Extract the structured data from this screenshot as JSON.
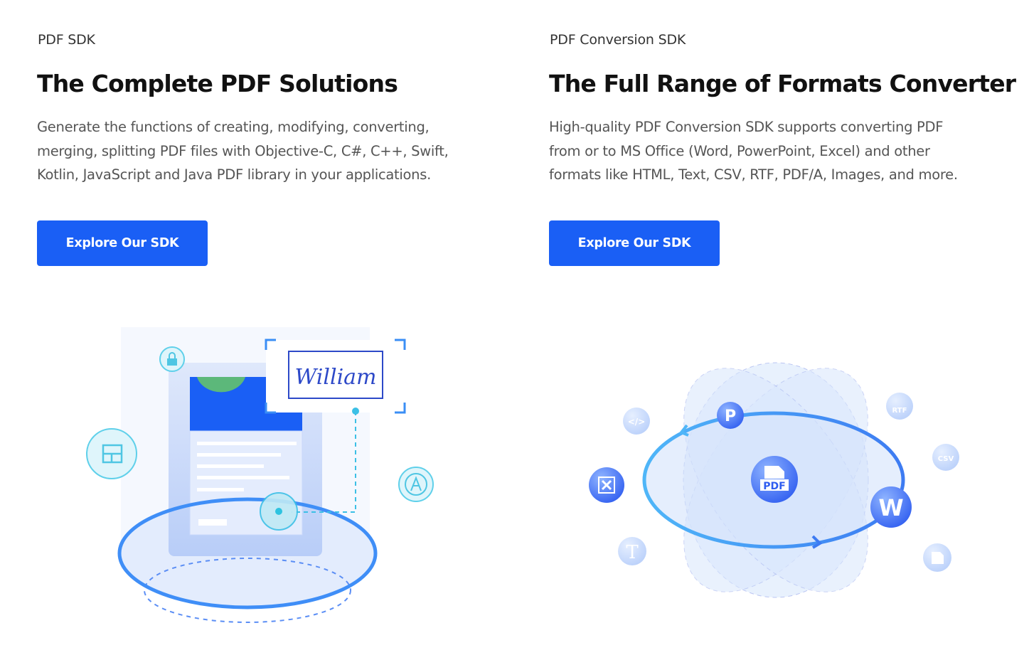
{
  "left": {
    "eyebrow": "PDF SDK",
    "title": "The Complete PDF Solutions",
    "body": "Generate the functions of creating, modifying, converting, merging, splitting PDF files with Objective-C, C#, C++, Swift, Kotlin, JavaScript and Java PDF library in your applications.",
    "button": "Explore Our SDK",
    "illustration": {
      "signature": "William"
    }
  },
  "right": {
    "eyebrow": "PDF Conversion SDK",
    "title": "The Full Range of Formats Converter",
    "body": "High-quality PDF Conversion SDK supports converting PDF from or to MS Office (Word, PowerPoint, Excel) and other formats like HTML, Text, CSV, RTF, PDF/A, Images, and more.",
    "button": "Explore Our SDK",
    "illustration": {
      "center": "PDF",
      "powerpoint": "P",
      "word": "W",
      "rtf": "RTF",
      "csv": "CSV",
      "html": "</>",
      "text": "T"
    }
  },
  "colors": {
    "accent": "#1a5ff5",
    "title": "#111111",
    "body": "#555555"
  }
}
